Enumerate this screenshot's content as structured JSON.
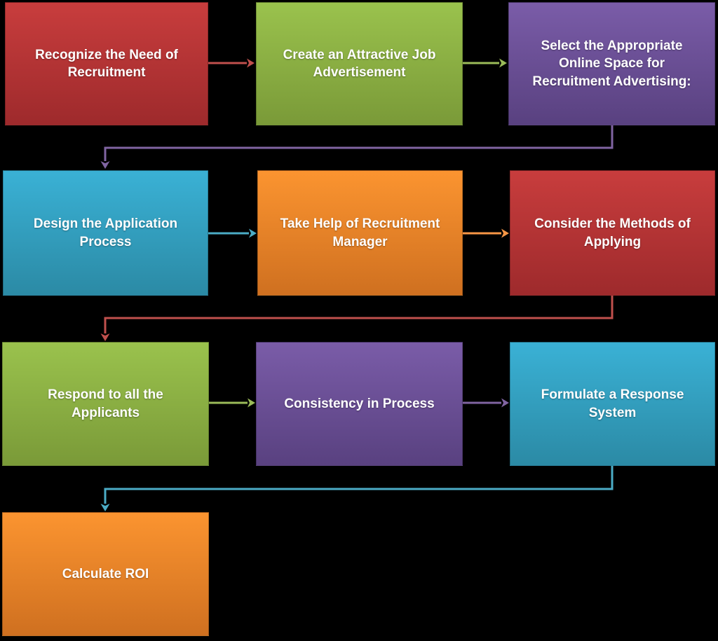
{
  "diagram": {
    "type": "flowchart",
    "background_color": "#000000",
    "text_color": "#ffffff"
  },
  "boxes": [
    {
      "label": "Recognize the Need of Recruitment",
      "color_name": "red",
      "gradient": {
        "top": "#c83d3d",
        "bottom": "#9e2a2c"
      }
    },
    {
      "label": "Create an Attractive Job Advertisement",
      "color_name": "green",
      "gradient": {
        "top": "#9ac24d",
        "bottom": "#7a9a38"
      }
    },
    {
      "label": "Select the Appropriate Online Space for Recruitment Advertising:",
      "color_name": "purple",
      "gradient": {
        "top": "#7a5ca8",
        "bottom": "#594180"
      }
    },
    {
      "label": "Design the Application Process",
      "color_name": "blue",
      "gradient": {
        "top": "#3ab1d5",
        "bottom": "#2b8aa5"
      }
    },
    {
      "label": "Take Help of Recruitment Manager",
      "color_name": "orange",
      "gradient": {
        "top": "#fb9430",
        "bottom": "#cf7020"
      }
    },
    {
      "label": "Consider the Methods of Applying",
      "color_name": "red",
      "gradient": {
        "top": "#c83d3d",
        "bottom": "#9e2a2c"
      }
    },
    {
      "label": "Respond to all the Applicants",
      "color_name": "green",
      "gradient": {
        "top": "#9ac24d",
        "bottom": "#7a9a38"
      }
    },
    {
      "label": "Consistency in Process",
      "color_name": "purple",
      "gradient": {
        "top": "#7a5ca8",
        "bottom": "#594180"
      }
    },
    {
      "label": "Formulate a Response System",
      "color_name": "blue",
      "gradient": {
        "top": "#3ab1d5",
        "bottom": "#2b8aa5"
      }
    },
    {
      "label": "Calculate ROI",
      "color_name": "orange",
      "gradient": {
        "top": "#fb9430",
        "bottom": "#cf7020"
      }
    }
  ],
  "connectors": [
    {
      "from": "Recognize the Need of Recruitment",
      "to": "Create an Attractive Job Advertisement",
      "shape": "straight",
      "color": "#c0504d"
    },
    {
      "from": "Create an Attractive Job Advertisement",
      "to": "Select the Appropriate Online Space for Recruitment Advertising:",
      "shape": "straight",
      "color": "#9bbb59"
    },
    {
      "from": "Select the Appropriate Online Space for Recruitment Advertising:",
      "to": "Design the Application Process",
      "shape": "elbow",
      "color": "#8064a2"
    },
    {
      "from": "Design the Application Process",
      "to": "Take Help of Recruitment Manager",
      "shape": "straight",
      "color": "#4bacc6"
    },
    {
      "from": "Take Help of Recruitment Manager",
      "to": "Consider the Methods of Applying",
      "shape": "straight",
      "color": "#f79646"
    },
    {
      "from": "Consider the Methods of Applying",
      "to": "Respond to all the Applicants",
      "shape": "elbow",
      "color": "#c0504d"
    },
    {
      "from": "Respond to all the Applicants",
      "to": "Consistency in Process",
      "shape": "straight",
      "color": "#9bbb59"
    },
    {
      "from": "Consistency in Process",
      "to": "Formulate a Response System",
      "shape": "straight",
      "color": "#8064a2"
    },
    {
      "from": "Formulate a Response System",
      "to": "Calculate ROI",
      "shape": "elbow",
      "color": "#4bacc6"
    }
  ]
}
